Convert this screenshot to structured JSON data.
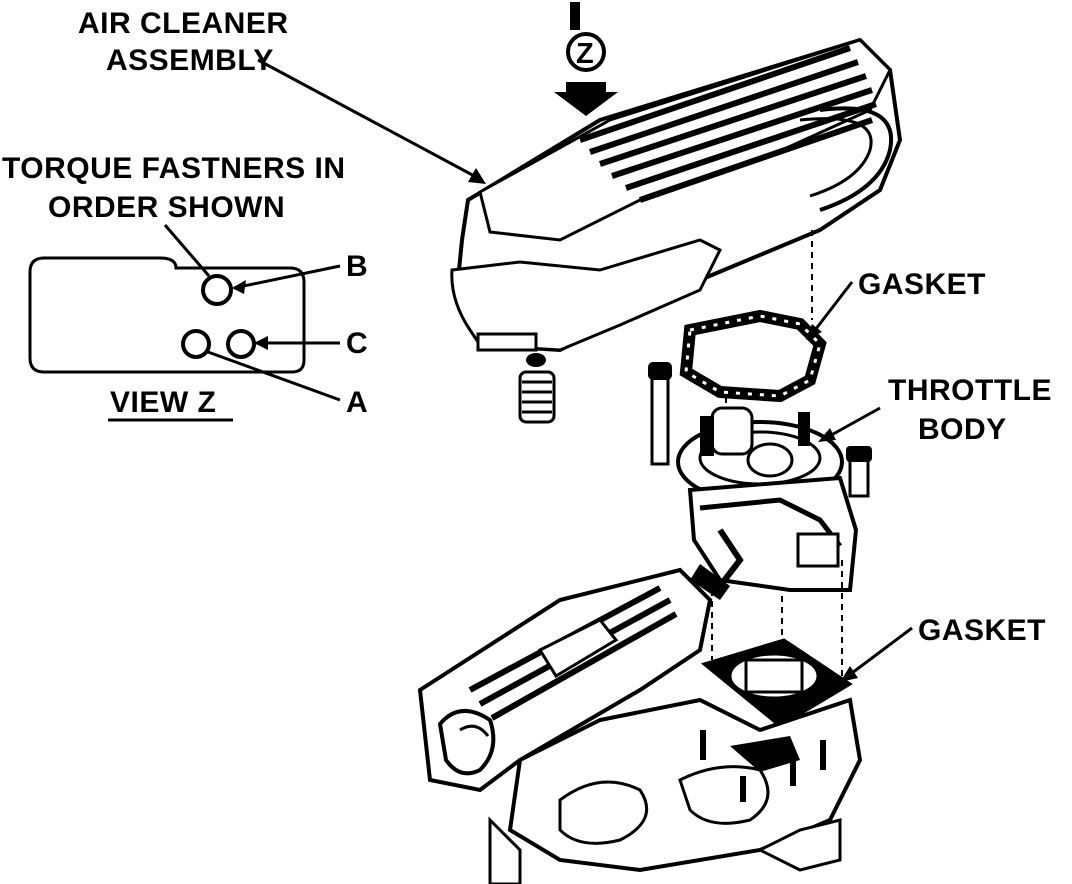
{
  "labels": {
    "air_cleaner_line1": "AIR CLEANER",
    "air_cleaner_line2": "ASSEMBLY",
    "torque_line1": "TORQUE FASTNERS IN",
    "torque_line2": "ORDER SHOWN",
    "fastener_b": "B",
    "fastener_c": "C",
    "fastener_a": "A",
    "view_z": "VIEW Z",
    "gasket_upper": "GASKET",
    "throttle_line1": "THROTTLE",
    "throttle_line2": "BODY",
    "gasket_lower": "GASKET",
    "view_marker": "Z"
  },
  "icons": {
    "view_arrow": "down-arrow-icon"
  }
}
